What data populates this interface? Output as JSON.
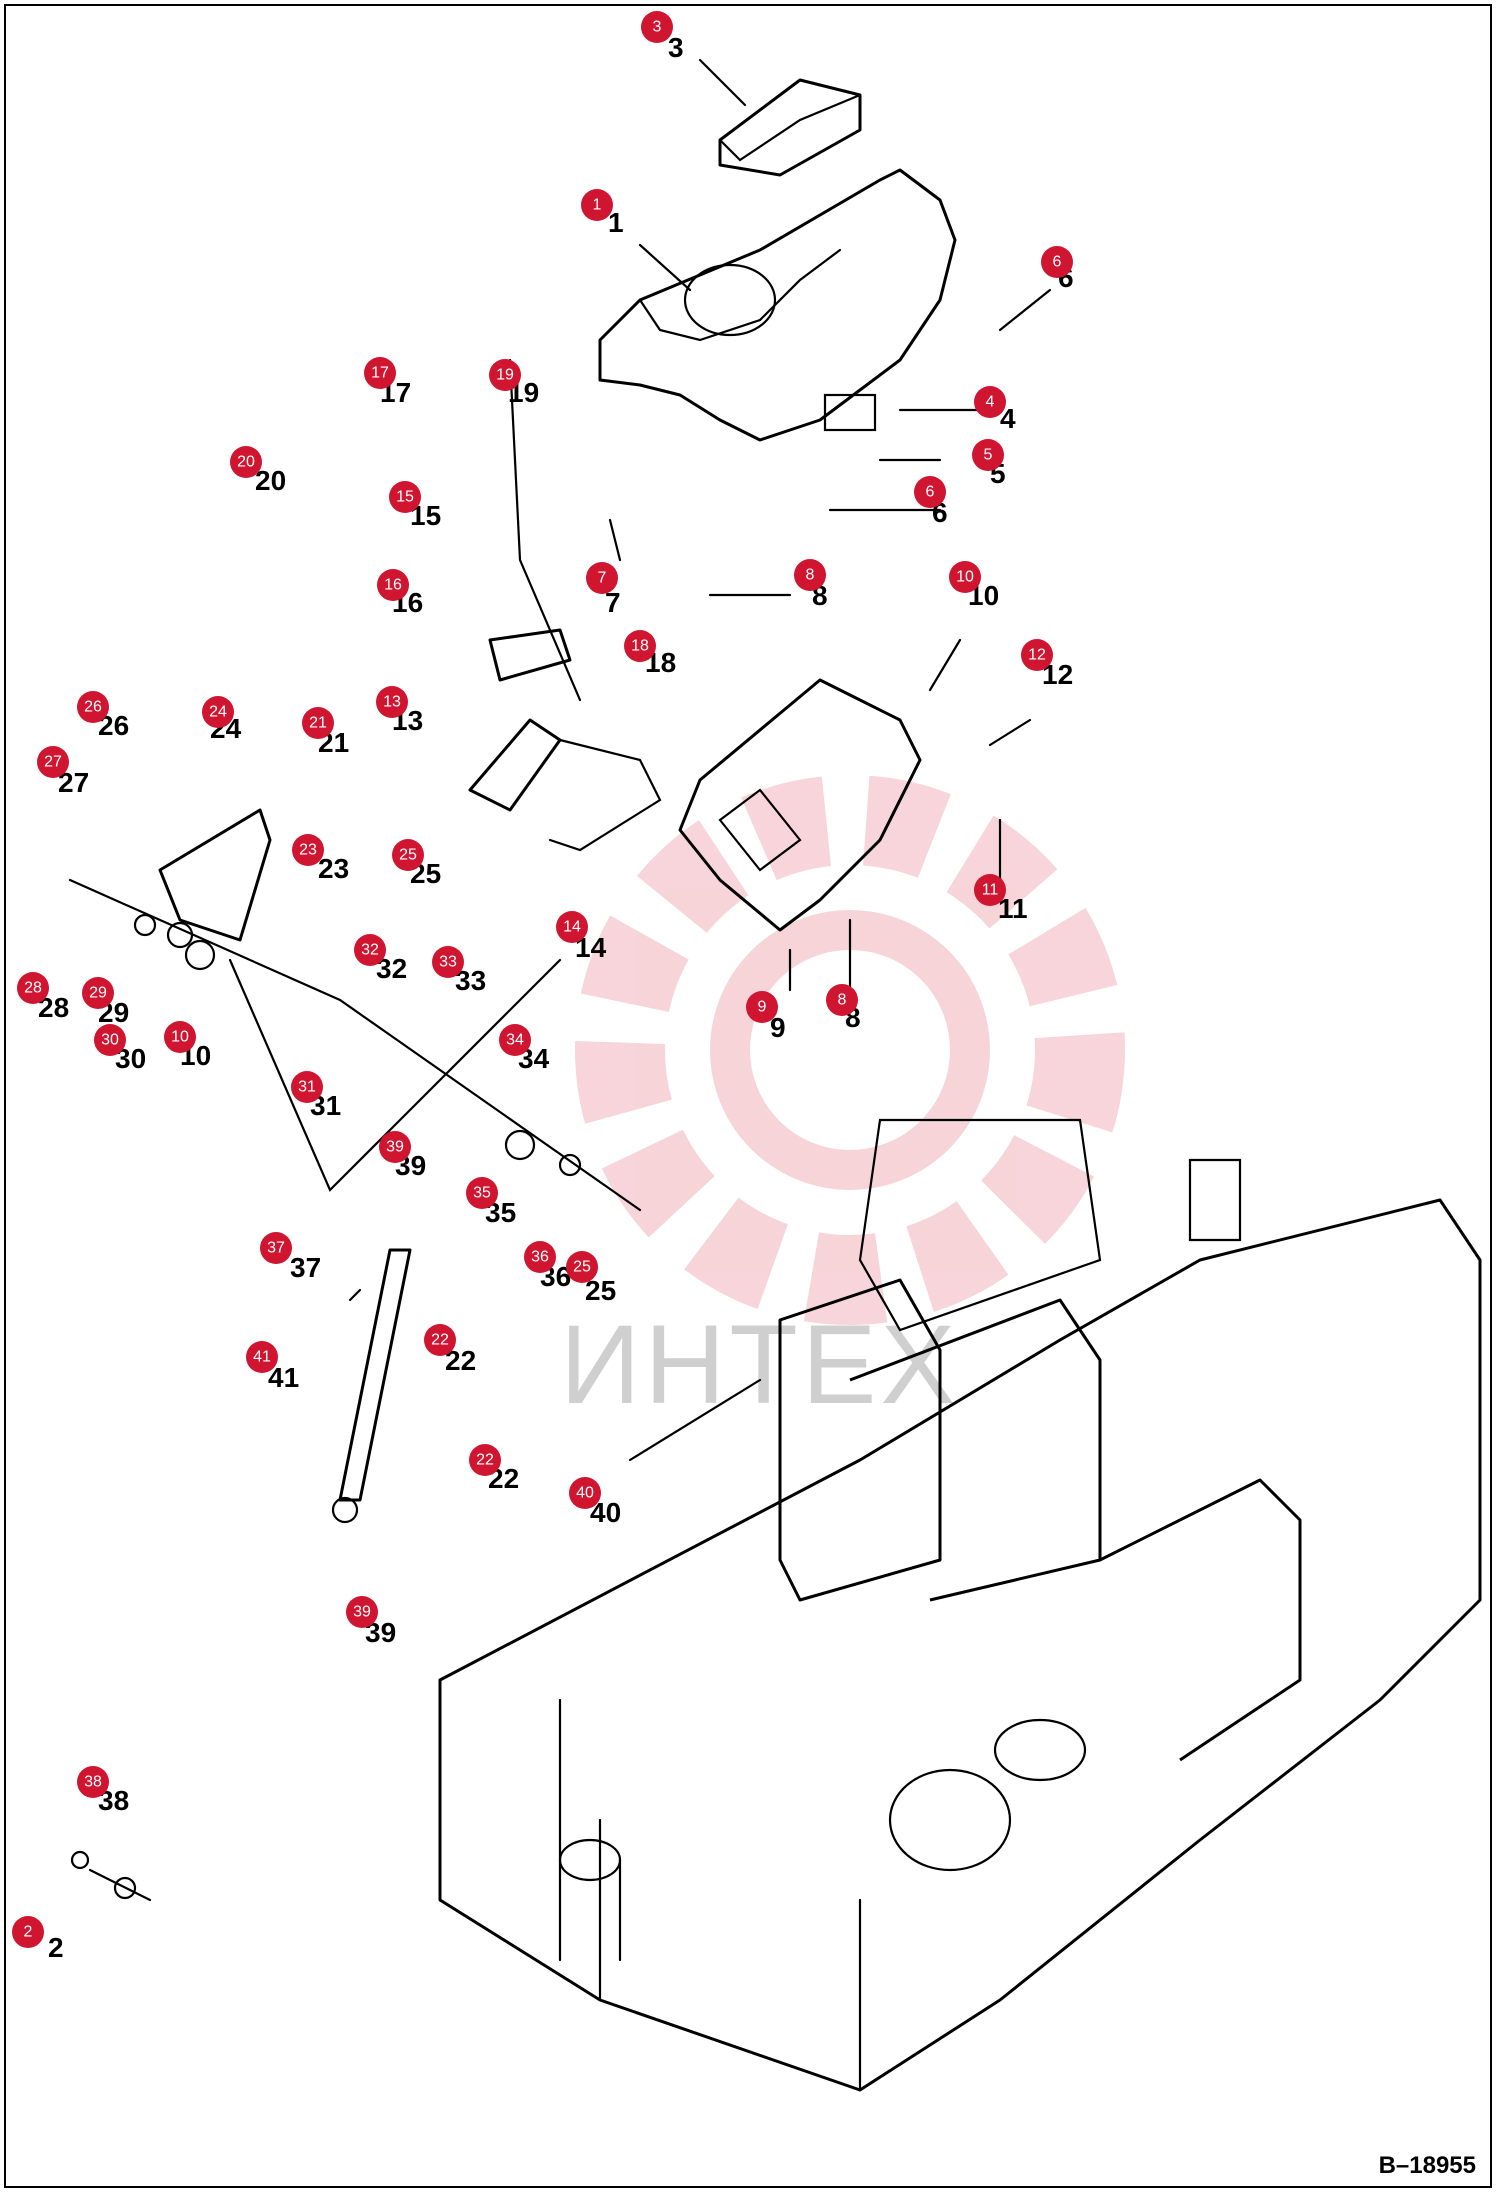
{
  "diagram": {
    "drawing_number": "B–18955",
    "watermark_text": "ИНТЕХ",
    "accent_color": "#d01530",
    "callouts": [
      {
        "id": "c1",
        "label": "1"
      },
      {
        "id": "c2",
        "label": "2"
      },
      {
        "id": "c3",
        "label": "3"
      },
      {
        "id": "c4",
        "label": "4"
      },
      {
        "id": "c5",
        "label": "5"
      },
      {
        "id": "c6a",
        "label": "6"
      },
      {
        "id": "c6b",
        "label": "6"
      },
      {
        "id": "c7",
        "label": "7"
      },
      {
        "id": "c8a",
        "label": "8"
      },
      {
        "id": "c8b",
        "label": "8"
      },
      {
        "id": "c9",
        "label": "9"
      },
      {
        "id": "c10a",
        "label": "10"
      },
      {
        "id": "c10b",
        "label": "10"
      },
      {
        "id": "c11",
        "label": "11"
      },
      {
        "id": "c12",
        "label": "12"
      },
      {
        "id": "c13",
        "label": "13"
      },
      {
        "id": "c14",
        "label": "14"
      },
      {
        "id": "c15",
        "label": "15"
      },
      {
        "id": "c16",
        "label": "16"
      },
      {
        "id": "c17",
        "label": "17"
      },
      {
        "id": "c18",
        "label": "18"
      },
      {
        "id": "c19",
        "label": "19"
      },
      {
        "id": "c20",
        "label": "20"
      },
      {
        "id": "c21",
        "label": "21"
      },
      {
        "id": "c22a",
        "label": "22"
      },
      {
        "id": "c22b",
        "label": "22"
      },
      {
        "id": "c23",
        "label": "23"
      },
      {
        "id": "c24",
        "label": "24"
      },
      {
        "id": "c25a",
        "label": "25"
      },
      {
        "id": "c25b",
        "label": "25"
      },
      {
        "id": "c26",
        "label": "26"
      },
      {
        "id": "c27",
        "label": "27"
      },
      {
        "id": "c28",
        "label": "28"
      },
      {
        "id": "c29",
        "label": "29"
      },
      {
        "id": "c30",
        "label": "30"
      },
      {
        "id": "c31",
        "label": "31"
      },
      {
        "id": "c32",
        "label": "32"
      },
      {
        "id": "c33",
        "label": "33"
      },
      {
        "id": "c34",
        "label": "34"
      },
      {
        "id": "c35",
        "label": "35"
      },
      {
        "id": "c36",
        "label": "36"
      },
      {
        "id": "c37",
        "label": "37"
      },
      {
        "id": "c38",
        "label": "38"
      },
      {
        "id": "c39a",
        "label": "39"
      },
      {
        "id": "c39b",
        "label": "39"
      },
      {
        "id": "c40",
        "label": "40"
      },
      {
        "id": "c41",
        "label": "41"
      }
    ]
  }
}
